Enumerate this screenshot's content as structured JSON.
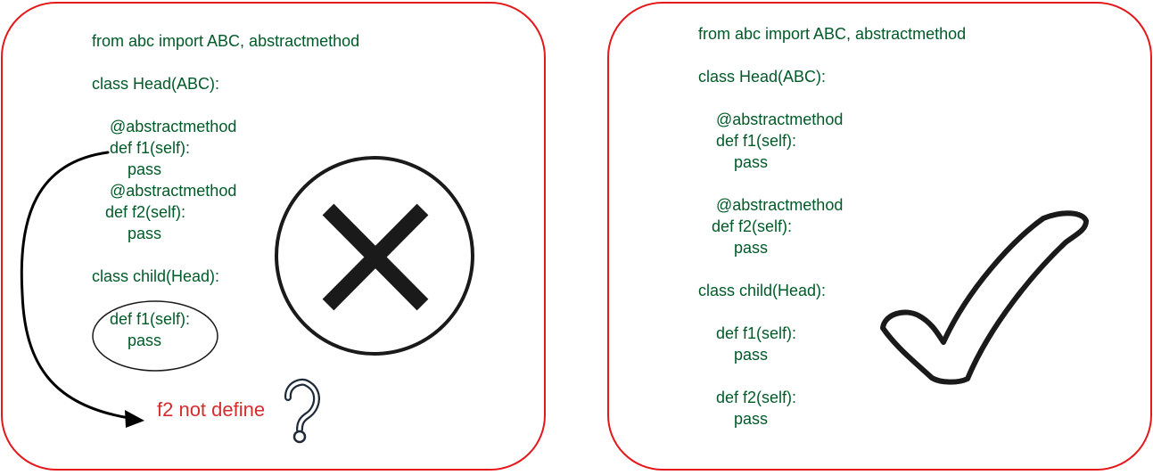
{
  "left_panel": {
    "code_lines": [
      "from abc import ABC, abstractmethod",
      "",
      "class Head(ABC):",
      "",
      "    @abstractmethod",
      "    def f1(self):",
      "        pass",
      "    @abstractmethod",
      "   def f2(self):",
      "        pass",
      "",
      "class child(Head):",
      "",
      "    def f1(self):",
      "        pass"
    ],
    "note": "f2 not define",
    "marks": [
      "cross-circle-icon",
      "question-mark-icon",
      "curved-arrow-icon",
      "ellipse-highlight"
    ]
  },
  "right_panel": {
    "code_lines": [
      "from abc import ABC, abstractmethod",
      "",
      "class Head(ABC):",
      "",
      "    @abstractmethod",
      "    def f1(self):",
      "        pass",
      "",
      "    @abstractmethod",
      "   def f2(self):",
      "        pass",
      "",
      "class child(Head):",
      "",
      "    def f1(self):",
      "        pass",
      "",
      "    def f2(self):",
      "        pass"
    ],
    "marks": [
      "check-mark-icon"
    ]
  },
  "colors": {
    "border": "#e3191c",
    "code_text": "#005a28",
    "note_text": "#d22e2e",
    "ink": "#1a1a1a"
  }
}
